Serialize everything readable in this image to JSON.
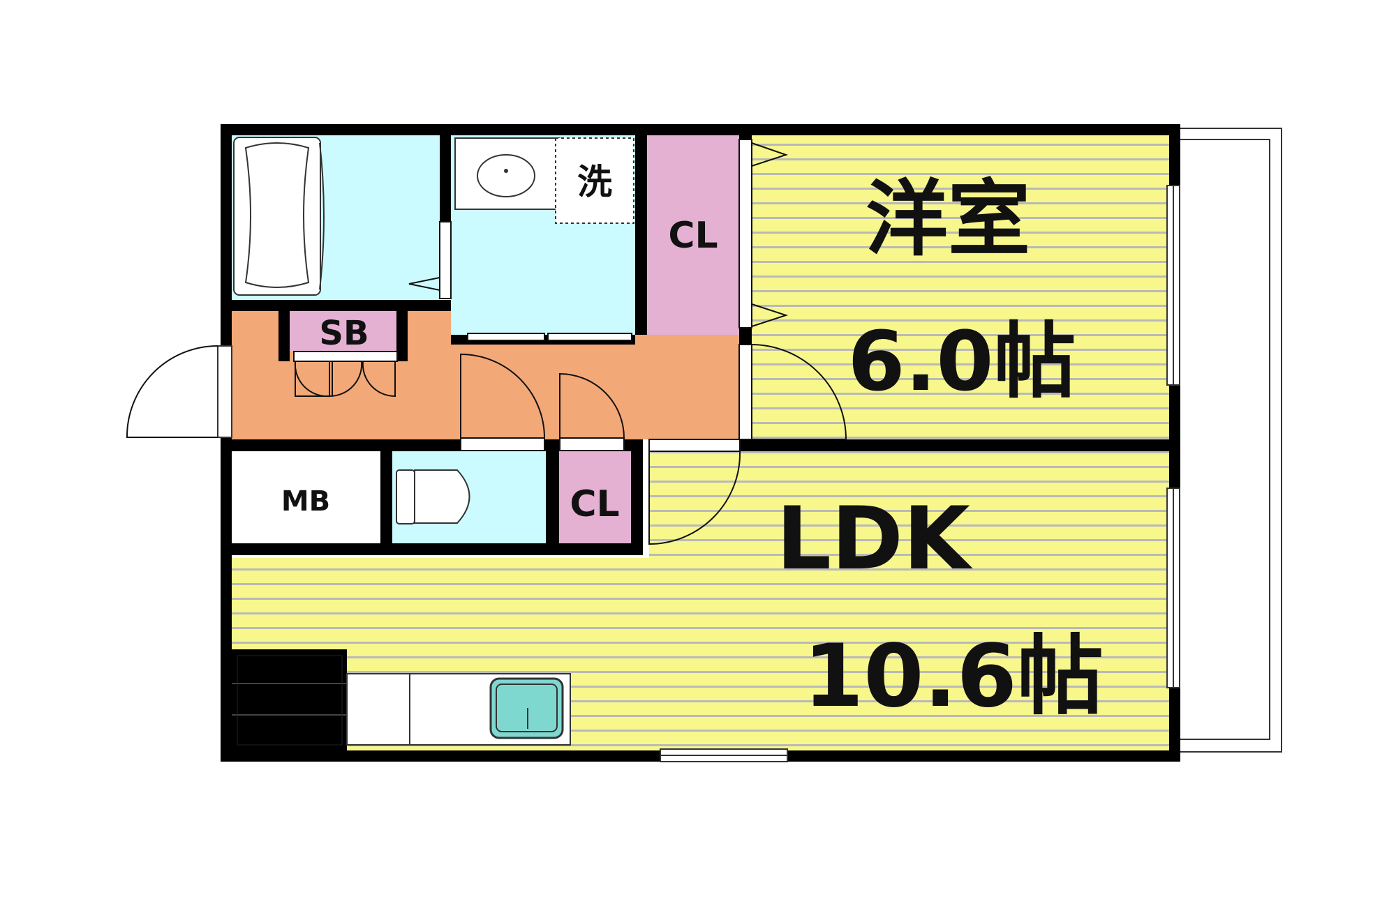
{
  "rooms": {
    "western_room": {
      "name": "洋室",
      "size": "6.0帖"
    },
    "ldk": {
      "name": "LDK",
      "size": "10.6帖"
    },
    "closet_bedroom": {
      "label": "CL"
    },
    "closet_hall": {
      "label": "CL"
    },
    "shoe_box": {
      "label": "SB"
    },
    "meter_box": {
      "label": "MB"
    },
    "washer_space": {
      "label": "洗"
    }
  },
  "colors": {
    "wall": "#000000",
    "western_room": "#f7f78c",
    "ldk": "#f7f78c",
    "floor_stripe": "#b9b9b9",
    "hallway": "#f3a877",
    "bathroom": "#ccfbff",
    "closet": "#e4b1d3",
    "sink": "#7fd8d0",
    "balcony": "#ffffff"
  },
  "icons": [
    "bathtub-icon",
    "washbasin-icon",
    "toilet-icon",
    "kitchen-sink-icon",
    "stove-icon",
    "door-swing-icon"
  ]
}
